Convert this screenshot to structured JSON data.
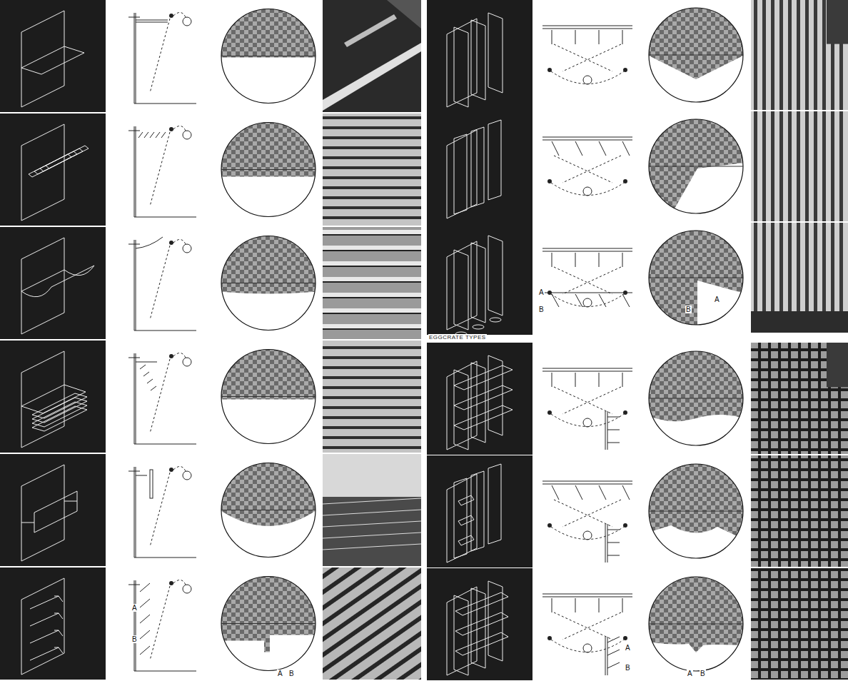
{
  "diagram": {
    "labels": [
      "A",
      "B",
      "A",
      "B",
      "A",
      "B",
      "B",
      "A",
      "EGGCRATE TYPES",
      "A",
      "B",
      "A",
      "B"
    ]
  }
}
